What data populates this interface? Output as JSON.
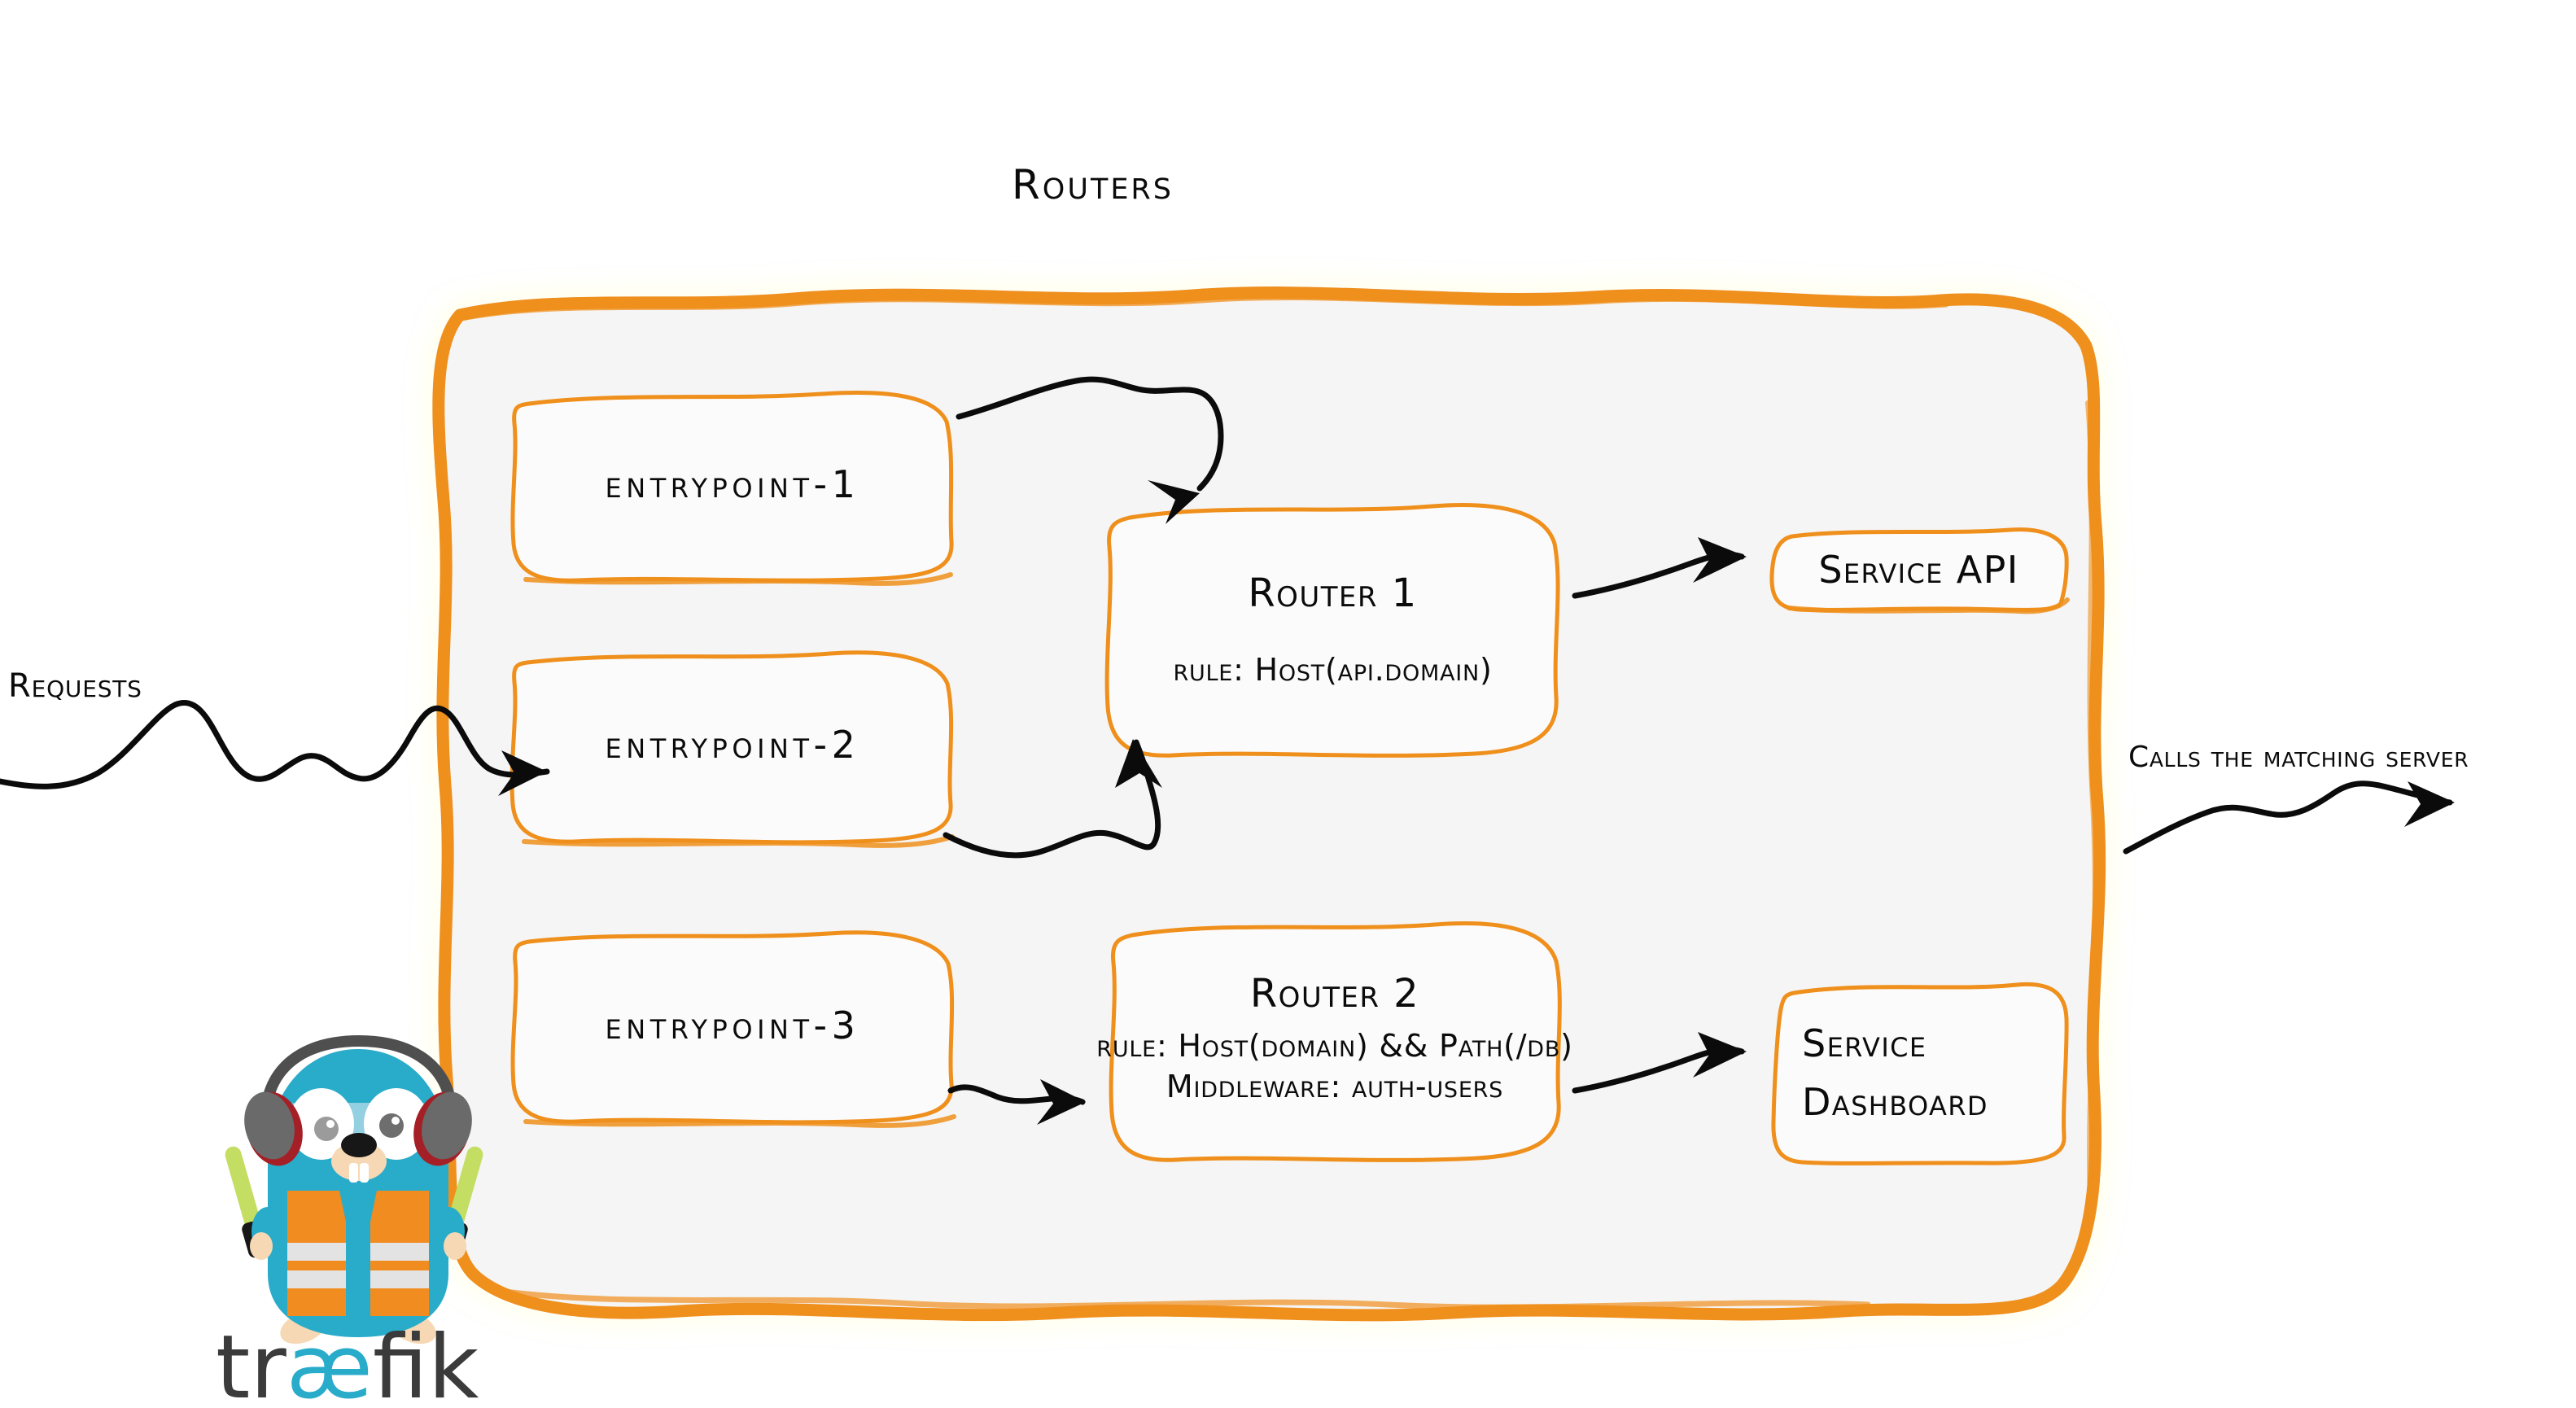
{
  "title": "Routers",
  "colors": {
    "accent_orange": "#ef8f1c",
    "container_fill": "#f5f5f5",
    "box_fill": "#fbfbfb",
    "ink": "#0b0b0b",
    "gopher_body": "#29abca",
    "gopher_vest": "#f18c21",
    "gopher_vest_stripe": "#e3e3e3",
    "gopher_muzzle": "#f6d9b4",
    "gopher_headphone": "#555555",
    "gopher_headphone_pad": "#a42026",
    "gopher_wand": "#c3de62",
    "logo_text": "#3b3b3b",
    "logo_ae": "#29abca"
  },
  "container": {
    "label": "Routers"
  },
  "entrypoints": [
    {
      "label": "entrypoint-1"
    },
    {
      "label": "entrypoint-2"
    },
    {
      "label": "entrypoint-3"
    }
  ],
  "routers": [
    {
      "title": "Router 1",
      "lines": [
        "rule: Host(api.domain)"
      ]
    },
    {
      "title": "Router 2",
      "lines": [
        "rule: Host(domain) && Path(/db)",
        "Middleware: auth-users"
      ]
    }
  ],
  "services": [
    {
      "lines": [
        "Service API"
      ]
    },
    {
      "lines": [
        "Service",
        "Dashboard"
      ]
    }
  ],
  "annotations": {
    "requests": "Requests",
    "calls": "Calls the matching server"
  },
  "logo": {
    "wordmark_pre": "tr",
    "wordmark_ae": "æ",
    "wordmark_post": "fik"
  }
}
